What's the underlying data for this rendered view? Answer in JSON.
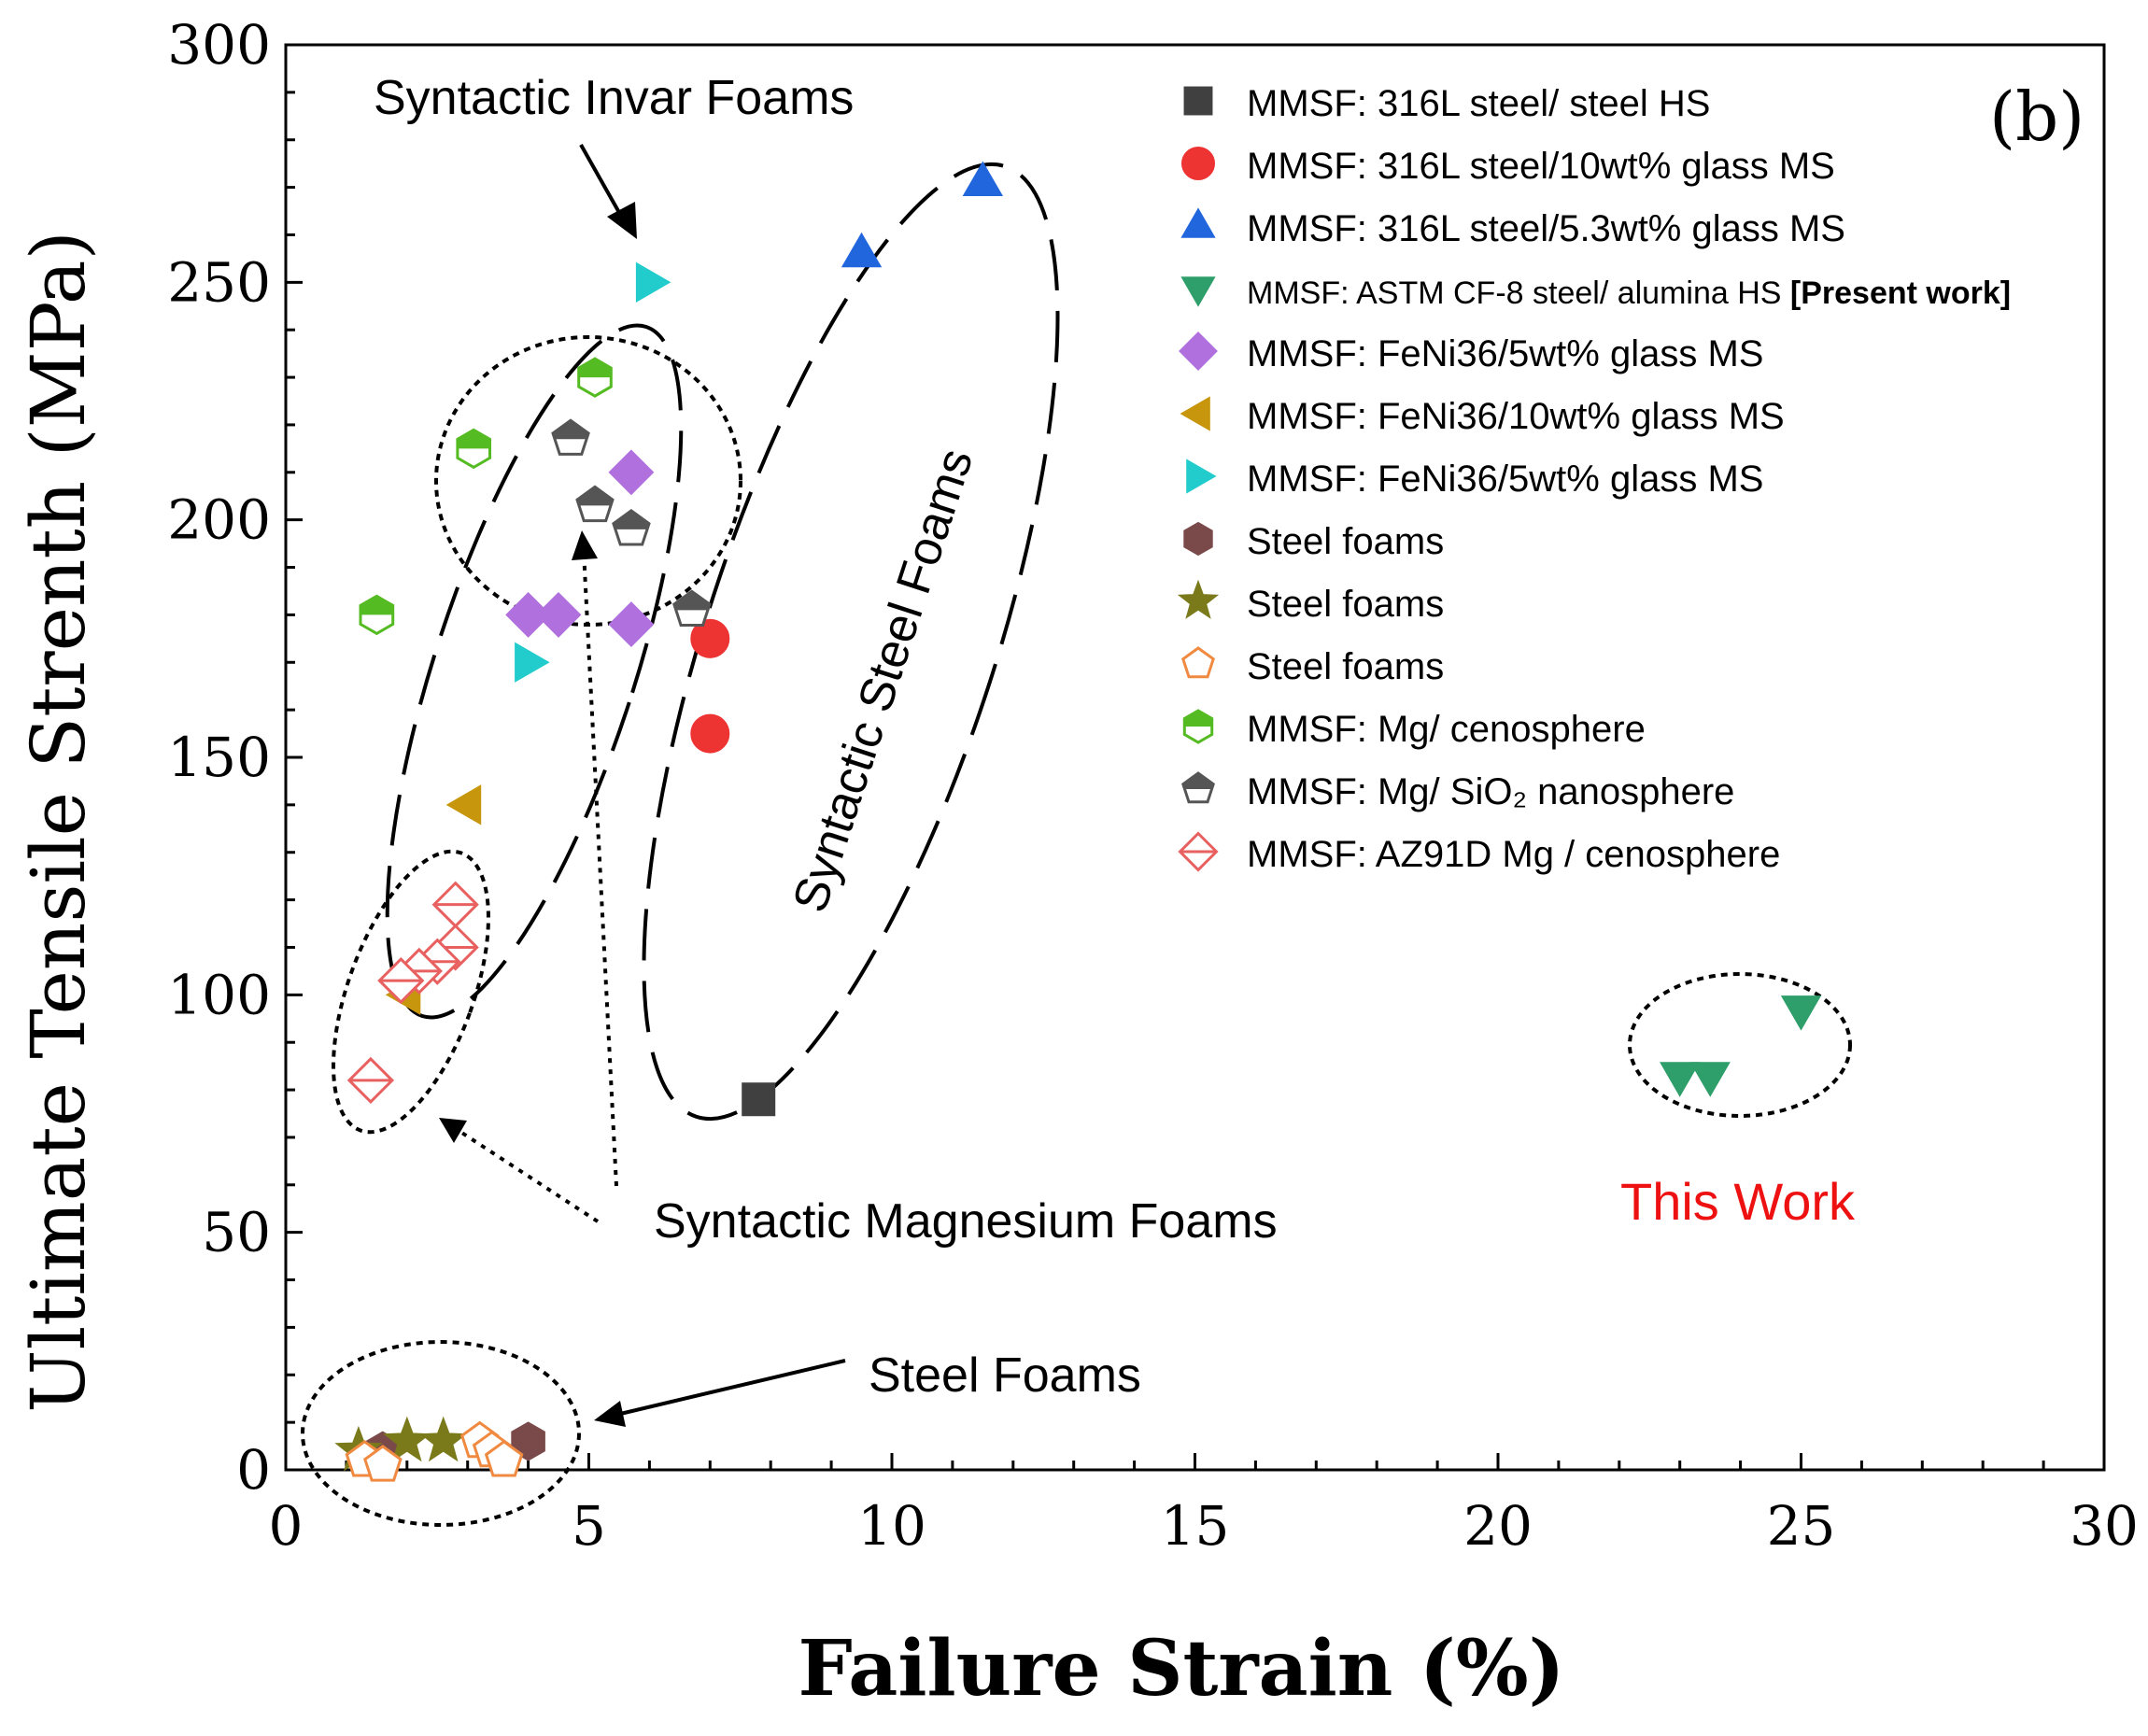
{
  "chart_data": {
    "type": "scatter",
    "panel_label": "(b)",
    "xlabel": "Failure Strain (%)",
    "ylabel": "Ultimate Tensile Strenth (MPa)",
    "xlim": [
      0,
      30
    ],
    "ylim": [
      0,
      300
    ],
    "x_ticks": [
      "0",
      "5",
      "10",
      "15",
      "20",
      "25",
      "30"
    ],
    "y_ticks": [
      "0",
      "50",
      "100",
      "150",
      "200",
      "250",
      "300"
    ],
    "grid": false,
    "legend_position": "top-right",
    "series": [
      {
        "name": "MMSF: 316L steel/ steel HS",
        "marker": "square",
        "color": "#404040",
        "filled": true,
        "points": [
          [
            7.8,
            78
          ]
        ]
      },
      {
        "name": "MMSF: 316L steel/10wt% glass MS",
        "marker": "circle",
        "color": "#ee3333",
        "filled": true,
        "points": [
          [
            7.0,
            175
          ],
          [
            7.0,
            155
          ]
        ]
      },
      {
        "name": "MMSF: 316L steel/5.3wt% glass MS",
        "marker": "triangle-up",
        "color": "#2266dd",
        "filled": true,
        "points": [
          [
            9.5,
            256
          ],
          [
            11.5,
            271
          ]
        ]
      },
      {
        "name": "MMSF: ASTM CF-8 steel/ alumina HS",
        "name_suffix": "[Present work]",
        "marker": "triangle-down",
        "color": "#2e9e6a",
        "filled": true,
        "points": [
          [
            23.0,
            83
          ],
          [
            23.5,
            83
          ],
          [
            25.0,
            97
          ]
        ]
      },
      {
        "name": "MMSF: FeNi36/5wt% glass MS",
        "marker": "diamond",
        "color": "#b070dd",
        "filled": true,
        "points": [
          [
            5.7,
            210
          ],
          [
            4.0,
            180
          ],
          [
            4.5,
            180
          ],
          [
            5.7,
            178
          ]
        ]
      },
      {
        "name": "MMSF: FeNi36/10wt% glass MS",
        "marker": "triangle-left",
        "color": "#c8960c",
        "filled": true,
        "points": [
          [
            3.0,
            140
          ],
          [
            2.0,
            100
          ]
        ]
      },
      {
        "name": "MMSF: FeNi36/5wt% glass MS",
        "marker": "triangle-right",
        "color": "#22cccc",
        "filled": true,
        "points": [
          [
            6.0,
            250
          ],
          [
            4.0,
            170
          ]
        ]
      },
      {
        "name": "Steel foams",
        "marker": "hexagon",
        "color": "#7a4a4a",
        "filled": true,
        "points": [
          [
            4.0,
            6
          ],
          [
            1.6,
            4
          ]
        ]
      },
      {
        "name": "Steel foams",
        "marker": "star",
        "color": "#7a7a1a",
        "filled": true,
        "points": [
          [
            1.2,
            4
          ],
          [
            2.0,
            6
          ],
          [
            2.6,
            6
          ]
        ]
      },
      {
        "name": "Steel foams",
        "marker": "pentagon",
        "color": "#f08a40",
        "filled": false,
        "points": [
          [
            3.2,
            6
          ],
          [
            3.4,
            4
          ],
          [
            3.6,
            2
          ],
          [
            1.3,
            2
          ],
          [
            1.6,
            1
          ]
        ]
      },
      {
        "name": "MMSF: Mg/ cenosphere",
        "marker": "hexagon-half",
        "color": "#55bb22",
        "filled": false,
        "points": [
          [
            5.1,
            230
          ],
          [
            3.1,
            215
          ],
          [
            1.5,
            180
          ]
        ]
      },
      {
        "name": "MMSF: Mg/ SiO₂ nanosphere",
        "marker": "pentagon-half",
        "color": "#555555",
        "filled": false,
        "points": [
          [
            4.7,
            217
          ],
          [
            5.1,
            203
          ],
          [
            5.7,
            198
          ],
          [
            6.7,
            181
          ]
        ]
      },
      {
        "name": "MMSF: AZ91D Mg / cenosphere",
        "marker": "diamond-open",
        "color": "#e86060",
        "filled": false,
        "points": [
          [
            2.8,
            119
          ],
          [
            2.8,
            110
          ],
          [
            2.5,
            107
          ],
          [
            2.2,
            105
          ],
          [
            1.9,
            103
          ],
          [
            1.4,
            82
          ]
        ]
      }
    ],
    "annotations": [
      {
        "text": "Syntactic Invar Foams",
        "color": "#000000"
      },
      {
        "text": "Syntactic Steel Foams",
        "color": "#000000"
      },
      {
        "text": "Syntactic Magnesium Foams",
        "color": "#000000"
      },
      {
        "text": "Steel Foams",
        "color": "#000000"
      },
      {
        "text": "This Work",
        "color": "#ee1111"
      }
    ]
  }
}
